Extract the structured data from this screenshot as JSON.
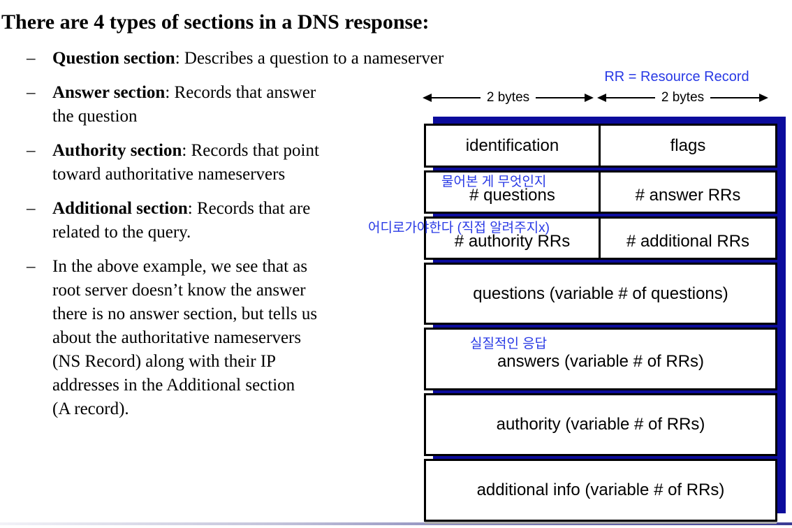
{
  "title": "There are 4 types of sections in a DNS response:",
  "bullet_marker": "–",
  "bullets": [
    {
      "bold": "Question section",
      "rest": ": Describes a question to a nameserver"
    },
    {
      "bold": "Answer section",
      "rest": ": Records that answer",
      "line2": "the question"
    },
    {
      "bold": "Authority section",
      "rest": ": Records that point",
      "line2": "toward authoritative nameservers"
    },
    {
      "bold": "Additional section",
      "rest": ": Records that are",
      "line2": "related to the query."
    },
    {
      "lines": [
        "In the above example, we see that as",
        "root server doesn’t know the answer",
        "there is no answer section, but tells us",
        "about the authoritative nameservers",
        "(NS Record) along with their IP",
        "addresses in the Additional section",
        "(A record)."
      ]
    }
  ],
  "diagram": {
    "rr_note": "RR = Resource Record",
    "arrows": {
      "left_label": "2 bytes",
      "right_label": "2 bytes"
    },
    "table": {
      "row1": {
        "left": "identification",
        "right": "flags"
      },
      "row2": {
        "left": "# questions",
        "right": "# answer RRs"
      },
      "row3": {
        "left": "# authority RRs",
        "right": "# additional RRs"
      },
      "row4": "questions (variable # of questions)",
      "row5": "answers (variable # of RRs)",
      "row6": "authority (variable # of RRs)",
      "row7": "additional info (variable # of RRs)"
    },
    "annotations": {
      "questions_note": "물어본 게 무엇인지",
      "authority_note": "어디로가야한다 (직접 알려주지x)",
      "answers_note": "실질적인 응답"
    }
  },
  "colors": {
    "shadow_navy": "#0c0c9c",
    "annotation_blue": "#2839e5"
  }
}
